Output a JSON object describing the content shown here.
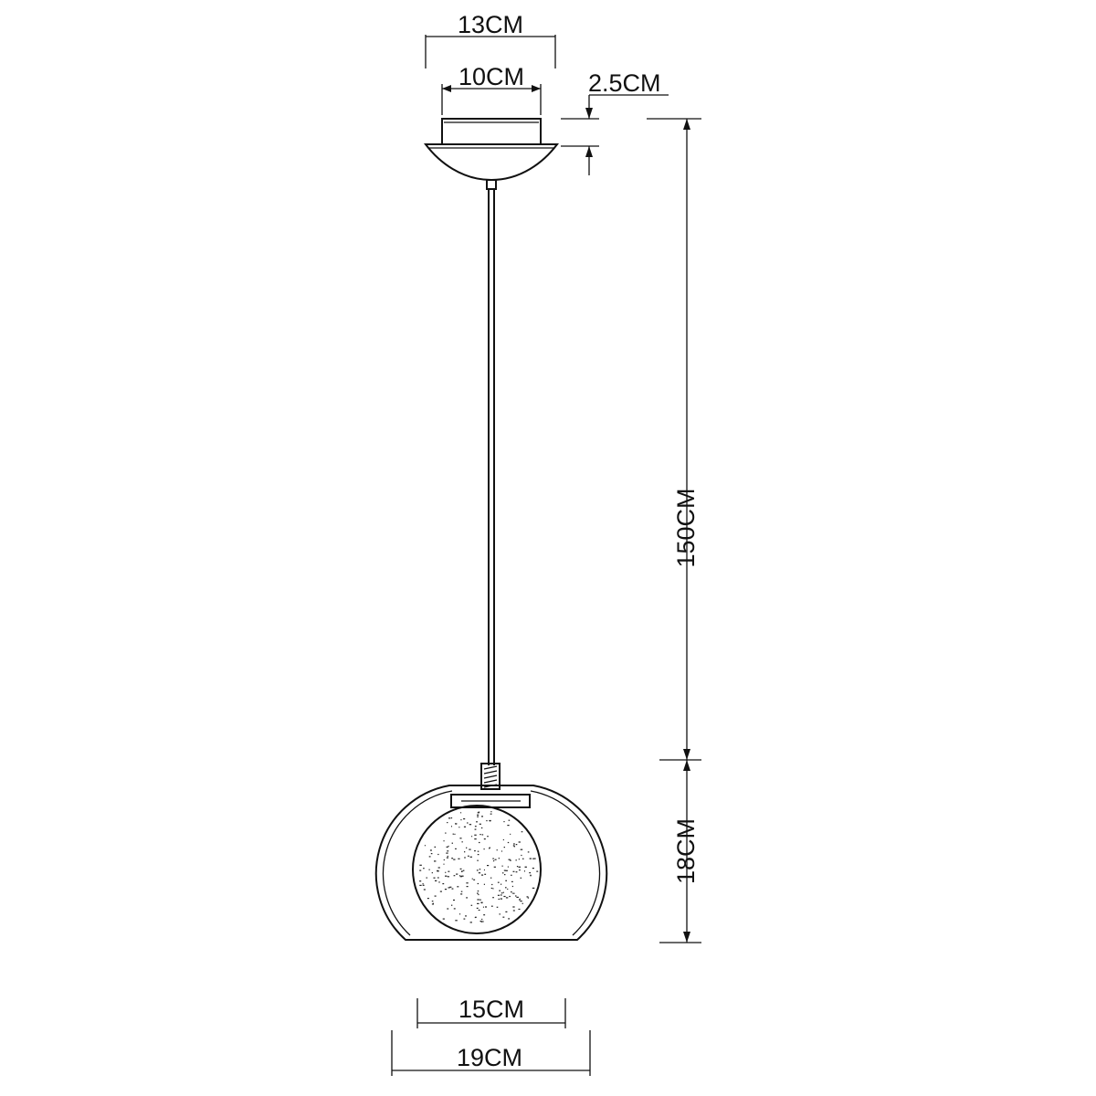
{
  "dimensions": {
    "canopy_outer_width": "13CM",
    "canopy_inner_width": "10CM",
    "canopy_height": "2.5CM",
    "cable_length": "150CM",
    "shade_height": "18CM",
    "inner_globe_width": "15CM",
    "outer_shade_width": "19CM"
  },
  "colors": {
    "line": "#111111",
    "background": "#ffffff"
  }
}
